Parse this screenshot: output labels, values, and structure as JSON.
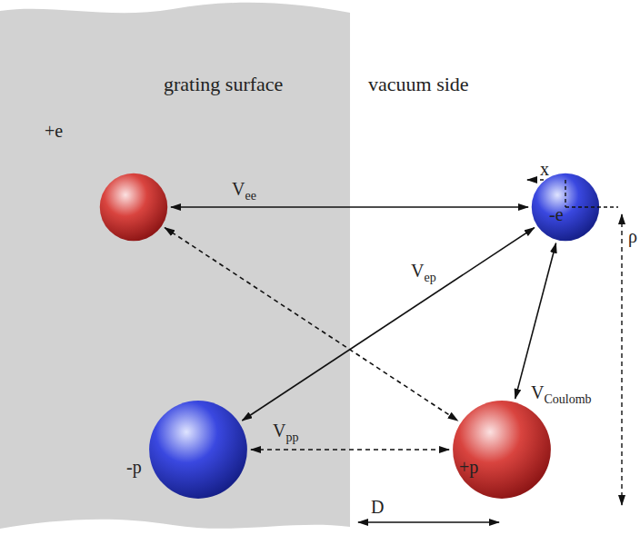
{
  "diagram": {
    "nodes": [
      {
        "text": [
          "+e"
        ]
      },
      {
        "text": [
          "-e"
        ]
      },
      {
        "text": [
          "-p"
        ]
      },
      {
        "text": [
          "+p"
        ]
      }
    ],
    "edges": [
      {
        "from": 0,
        "to": 1,
        "arrow": "both",
        "label": "Vee"
      },
      {
        "from": 1,
        "to": 2,
        "arrow": "both",
        "label": "Vep"
      },
      {
        "from": 1,
        "to": 3,
        "arrow": "both",
        "label": "VCoulomb"
      },
      {
        "from": 2,
        "to": 3,
        "arrow": "both",
        "label": "Vpp"
      },
      {
        "from": 0,
        "to": 3,
        "arrow": "both"
      }
    ],
    "labels": [
      "grating surface",
      "vacuum side",
      "x",
      "ρ",
      "D"
    ]
  }
}
